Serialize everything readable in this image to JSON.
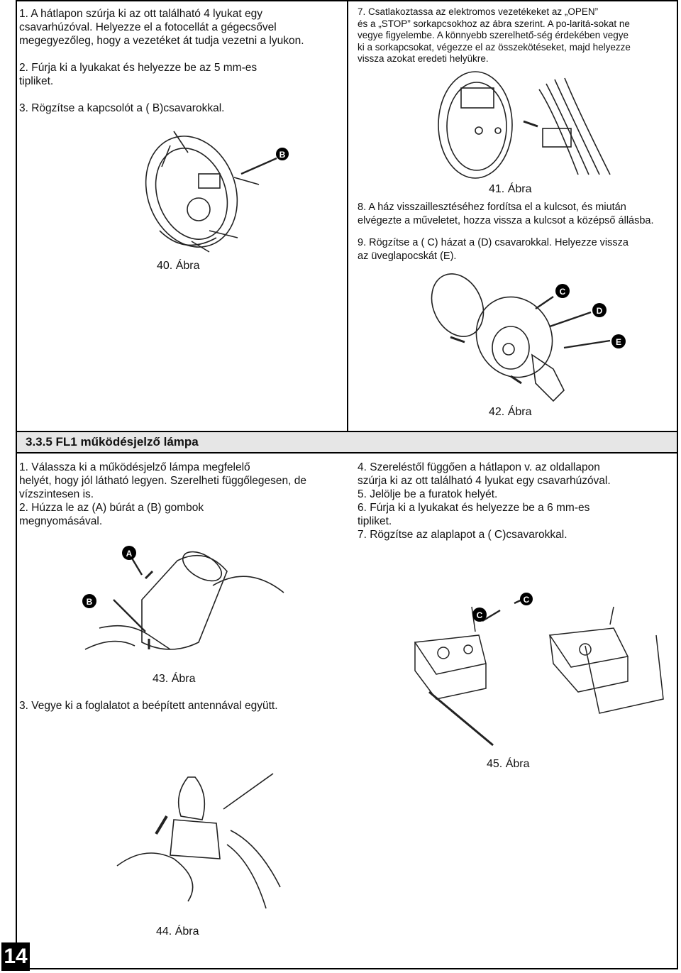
{
  "col1": {
    "p1": "1.        A hátlapon szúrja ki az ott található 4 lyukat egy",
    "p1b": "csavarhúzóval. Helyezze el a fotocellát a gégecsővel",
    "p1c": "megegyezőleg, hogy a vezetéket át tudja vezetni a lyukon.",
    "p2": "2.        Fúrja ki a lyukakat és helyezze be az 5 mm-es",
    "p2b": "tipliket.",
    "p3": "3.        Rögzítse a kapcsolót a ( B)csavarokkal.",
    "fig40": "40. Ábra"
  },
  "col2": {
    "p7a": "7.        Csatlakoztassa az elektromos vezetékeket az „OPEN”",
    "p7b": "és a „STOP” sorkapcsokhoz az ábra szerint. A po-laritá-sokat ne",
    "p7c": "vegye figyelembe. A könnyebb szerelhető-ség érdekében vegye",
    "p7d": "ki a sorkapcsokat, végezze el az összekötéseket, majd helyezze",
    "p7e": "vissza azokat eredeti helyükre.",
    "fig41": "41. Ábra",
    "p8a": "8.        A ház visszaillesztéséhez fordítsa el a kulcsot, és miután",
    "p8b": "elvégezte a műveletet, hozza vissza a kulcsot a középső állásba.",
    "p9a": "9.        Rögzítse a ( C) házat a (D) csavarokkal. Helyezze vissza",
    "p9b": "az üveglapocskát (E).",
    "fig42": "42. Ábra"
  },
  "section": {
    "title": "3.3.5 FL1 működésjelző lámpa"
  },
  "col3": {
    "p1a": "1.        Válassza ki a működésjelző lámpa megfelelő",
    "p1b": "helyét, hogy jól látható legyen. Szerelheti függőlegesen, de",
    "p1c": "vízszintesen is.",
    "p2a": "2.        Húzza le az (A) búrát a (B) gombok",
    "p2b": "megnyomásával.",
    "fig43": "43. Ábra",
    "p3": "3.        Vegye ki a foglalatot a beépített antennával együtt.",
    "fig44": "44. Ábra"
  },
  "col4": {
    "p4a": "4.        Szereléstől függően a hátlapon v. az oldallapon",
    "p4b": "szúrja ki az ott található 4 lyukat egy csavarhúzóval.",
    "p5": "5.        Jelölje be a furatok helyét.",
    "p6a": "6.        Fúrja ki a lyukakat és helyezze be a 6 mm-es",
    "p6b": "tipliket.",
    "p7": "7.        Rögzítse az alaplapot a ( C)csavarokkal.",
    "fig45": "45. Ábra"
  },
  "labels": {
    "B": "B",
    "C": "C",
    "D": "D",
    "E": "E",
    "A": "A"
  },
  "page_number": "14"
}
